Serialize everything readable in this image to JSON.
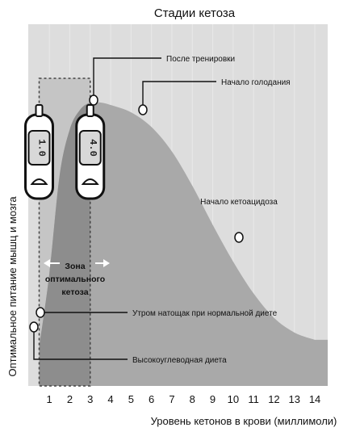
{
  "chart_data": {
    "type": "area",
    "title": "Стадии кетоза",
    "xlabel": "Уровень кетонов в крови  (миллимоли)",
    "ylabel": "Оптимальное питание мышц и мозга",
    "x_ticks": [
      "1",
      "2",
      "3",
      "4",
      "5",
      "6",
      "7",
      "8",
      "9",
      "10",
      "11",
      "12",
      "13",
      "14"
    ],
    "xlim": [
      0.5,
      14
    ],
    "grid": true,
    "curve": {
      "x": [
        0.5,
        1.0,
        1.5,
        2.0,
        2.5,
        3.0,
        3.5,
        4.0,
        5.0,
        6.0,
        7.0,
        8.0,
        9.0,
        10.0,
        11.0,
        12.0,
        13.0,
        14.0
      ],
      "y": [
        0.0,
        0.3,
        0.7,
        0.89,
        0.97,
        1.0,
        1.0,
        0.99,
        0.96,
        0.9,
        0.8,
        0.66,
        0.5,
        0.35,
        0.22,
        0.12,
        0.06,
        0.03
      ]
    },
    "optimal_zone": {
      "x_range": [
        0.5,
        3.0
      ],
      "label": "Зона оптимального кетоза"
    },
    "annotations": [
      {
        "text": "После тренировки",
        "x": 2.5,
        "y": 1.0
      },
      {
        "text": "Начало голодания",
        "x": 5.0,
        "y": 0.96
      },
      {
        "text": "Начало кетоацидоза",
        "x": 10.0,
        "y": 0.35
      },
      {
        "text": "Утром натощак при нормальной диете",
        "x": 0.75,
        "y": 0.14
      },
      {
        "text": "Высокоуглеводная диета",
        "x": 0.5,
        "y": 0.1
      }
    ],
    "meters": [
      {
        "reading": "1.0",
        "x": 0.5
      },
      {
        "reading": "4.0",
        "x": 3.0
      }
    ],
    "colors": {
      "background": "#dddddd",
      "area": "#a9a9a9",
      "zone": "#c5c5c5",
      "zone_dark": "#8d8d8d",
      "marker": "#ffffff"
    }
  }
}
